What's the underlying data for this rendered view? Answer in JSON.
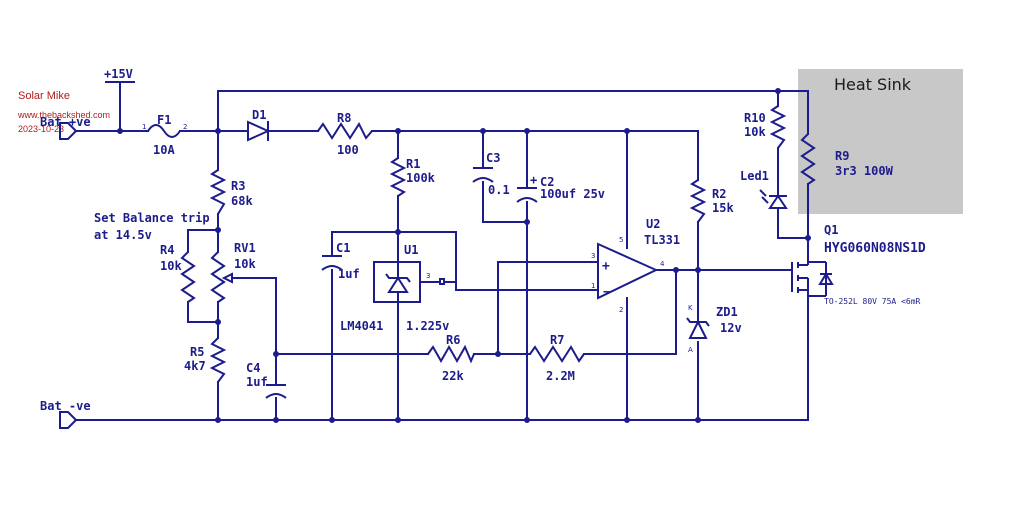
{
  "credits": {
    "author": "Solar Mike",
    "website": "www.thebackshed.com",
    "date": "2023-10-23"
  },
  "heat_sink": {
    "label": "Heat Sink"
  },
  "nets": {
    "bat_pos": "Bat +ve",
    "bat_neg": "Bat -ve",
    "v15": "+15V"
  },
  "notes": {
    "balance_line1": "Set Balance trip",
    "balance_line2": "at 14.5v",
    "mosfet_spec": "TO-252L 80V 75A <6mR"
  },
  "components": {
    "F1": {
      "ref": "F1",
      "value": "10A"
    },
    "D1": {
      "ref": "D1"
    },
    "R8": {
      "ref": "R8",
      "value": "100"
    },
    "R1": {
      "ref": "R1",
      "value": "100k"
    },
    "C3": {
      "ref": "C3",
      "value": "0.1"
    },
    "C2": {
      "ref": "C2",
      "value": "100uf  25v"
    },
    "R2": {
      "ref": "R2",
      "value": "15k"
    },
    "R10": {
      "ref": "R10",
      "value": "10k"
    },
    "LED1": {
      "ref": "Led1"
    },
    "R9": {
      "ref": "R9",
      "value": "3r3 100W"
    },
    "Q1": {
      "ref": "Q1",
      "value": "HYG060N08NS1D"
    },
    "R3": {
      "ref": "R3",
      "value": "68k"
    },
    "R4": {
      "ref": "R4",
      "value": "10k"
    },
    "RV1": {
      "ref": "RV1",
      "value": "10k"
    },
    "R5": {
      "ref": "R5",
      "value": "4k7"
    },
    "C4": {
      "ref": "C4",
      "value": "1uf"
    },
    "C1": {
      "ref": "C1",
      "value": "1uf"
    },
    "U1": {
      "ref": "U1",
      "part": "LM4041",
      "voltage": "1.225v"
    },
    "U2": {
      "ref": "U2",
      "part": "TL331"
    },
    "R6": {
      "ref": "R6",
      "value": "22k"
    },
    "R7": {
      "ref": "R7",
      "value": "2.2M"
    },
    "ZD1": {
      "ref": "ZD1",
      "value": "12v"
    }
  },
  "pins": {
    "f1_1": "1",
    "f1_2": "2",
    "u1_3": "3",
    "u2_3": "3",
    "u2_1": "1",
    "u2_5": "5",
    "u2_2": "2",
    "u2_4": "4",
    "zd_k": "K",
    "zd_a": "A",
    "op_plus": "+",
    "op_minus": "−",
    "c2_plus": "+"
  }
}
